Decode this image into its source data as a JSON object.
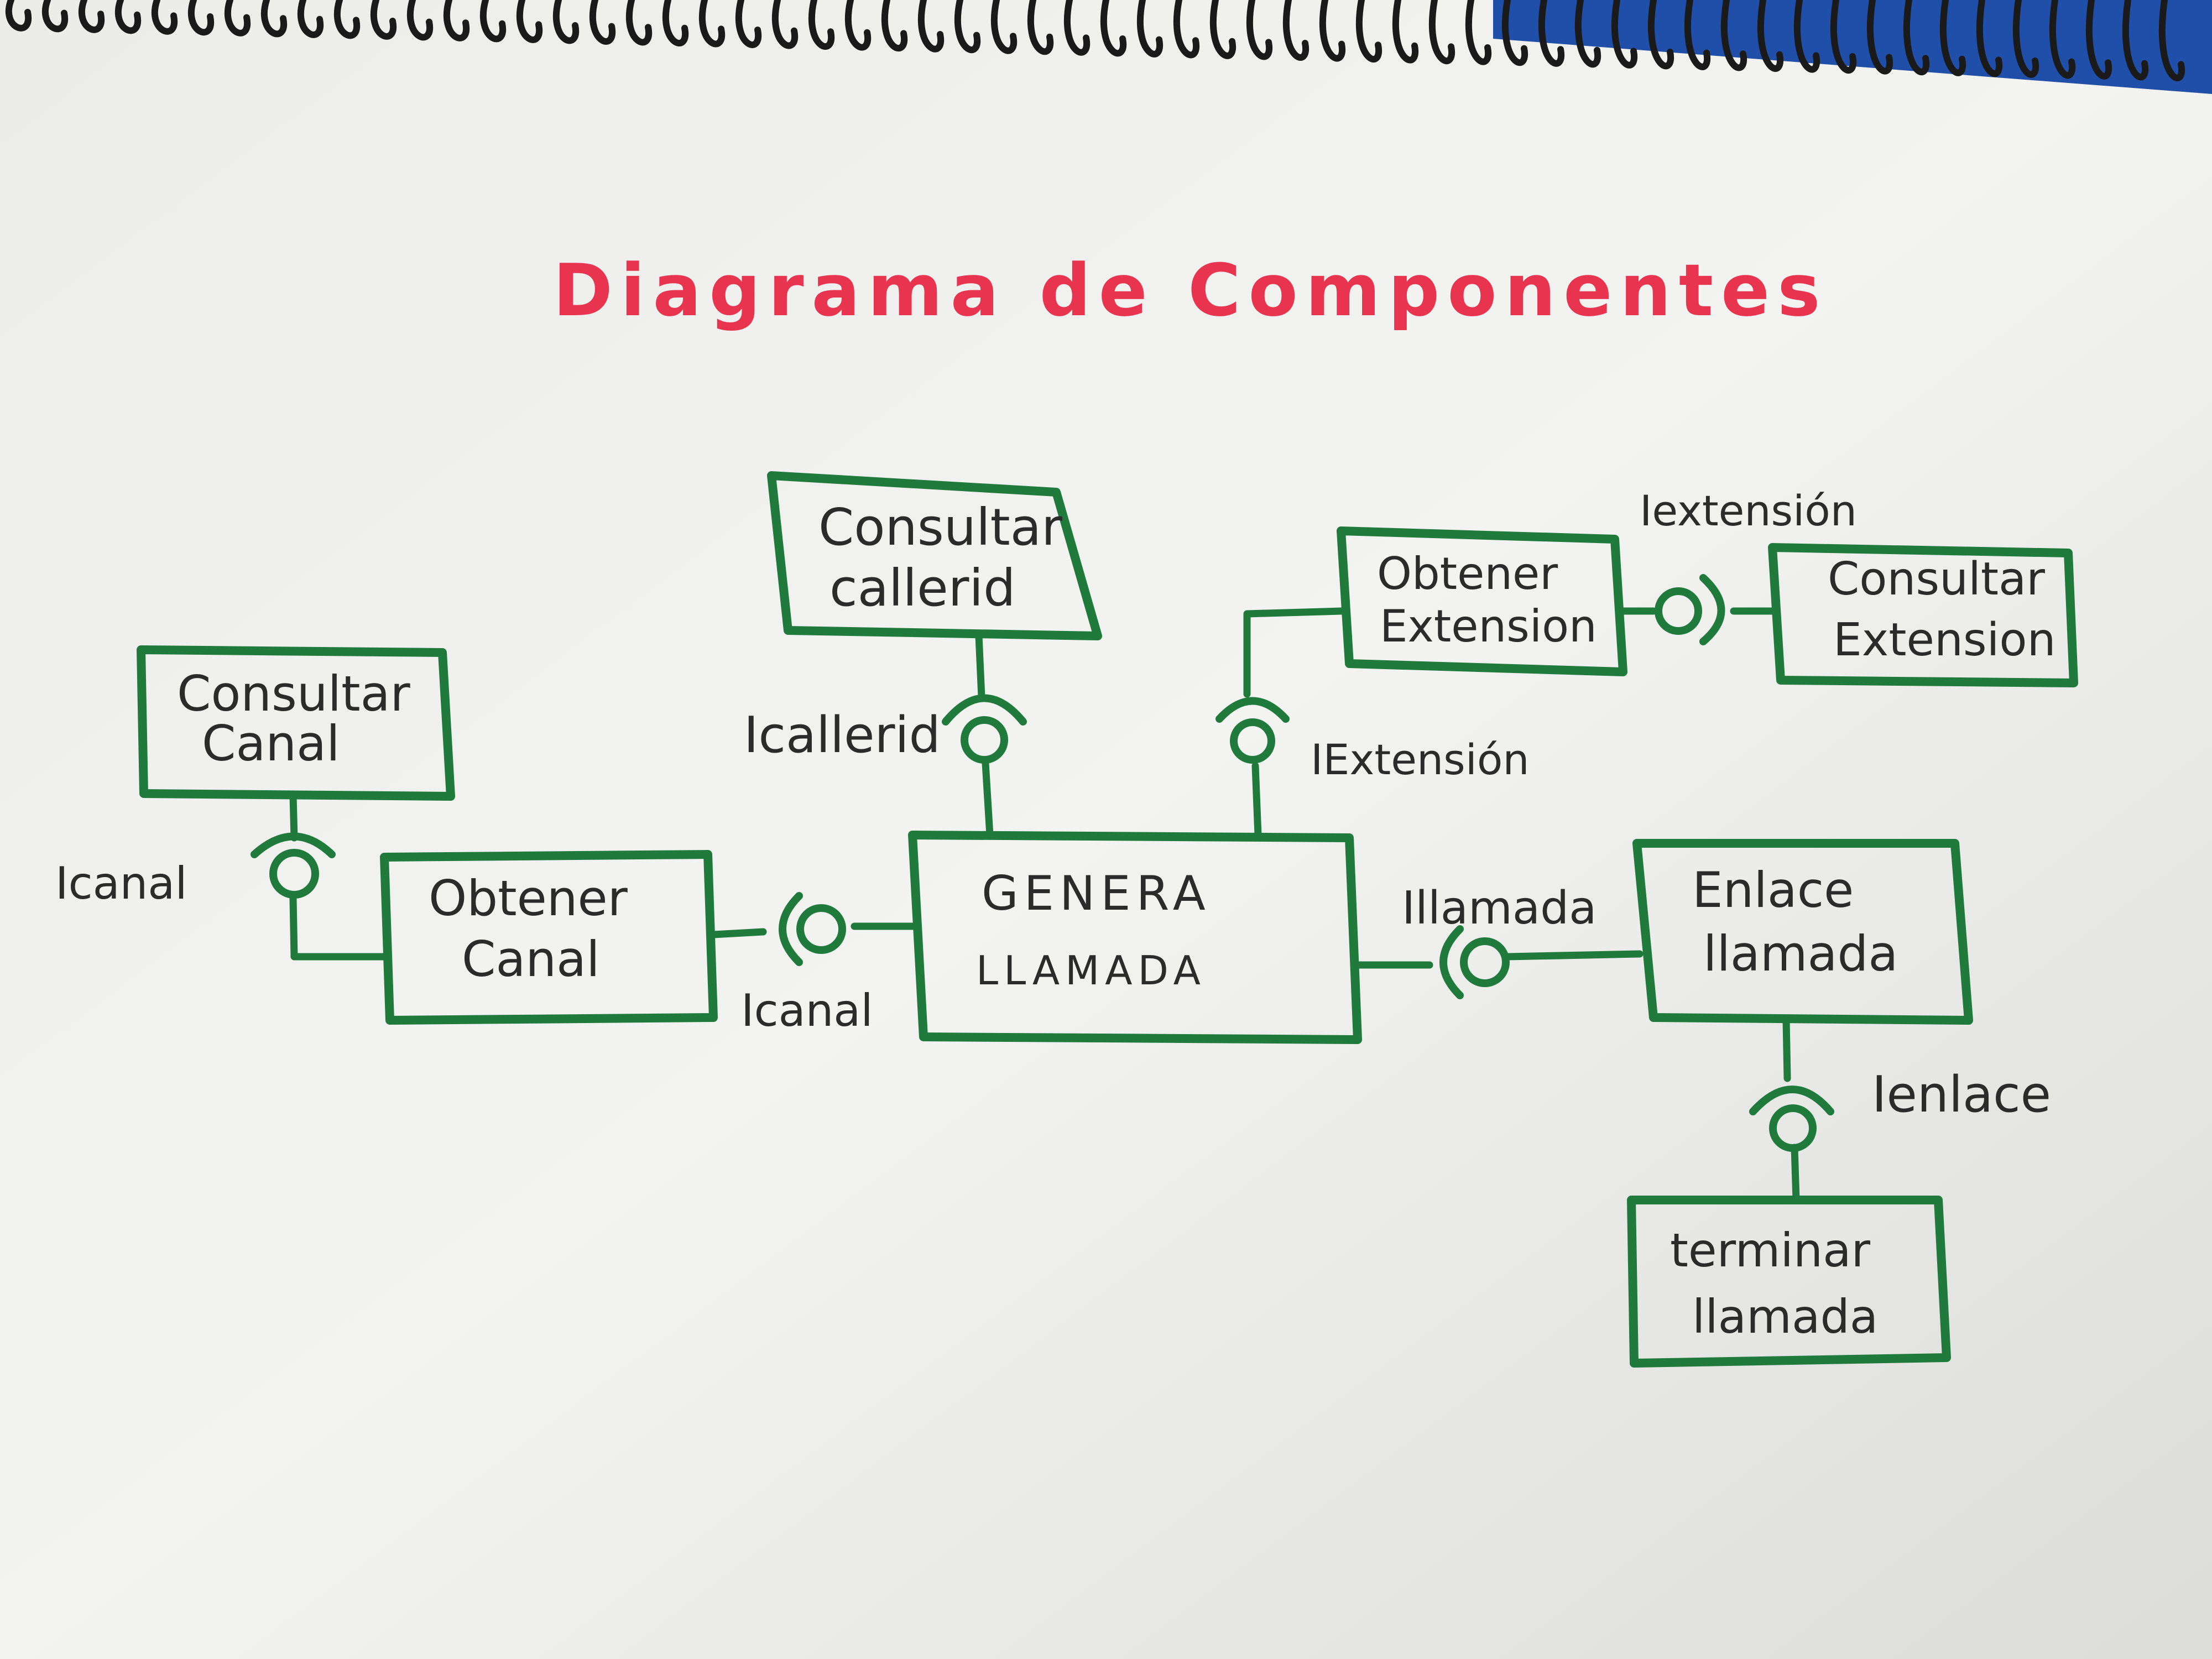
{
  "title": "Diagrama de Componentes",
  "colors": {
    "ink": "#1f7a3c",
    "title": "#e8344f",
    "text": "#2b2b2b",
    "paper": "#f2f2f0",
    "spiral": "#1a1a1a",
    "cover": "#1f4fa8"
  },
  "components": {
    "consultar_callerid": [
      "Consultar",
      "callerid"
    ],
    "obtener_extension": [
      "Obtener",
      "Extension"
    ],
    "consultar_extension": [
      "Consultar",
      "Extension"
    ],
    "consultar_canal": [
      "Consultar",
      "Canal"
    ],
    "obtener_canal": [
      "Obtener",
      "Canal"
    ],
    "genera_llamada": [
      "Genera",
      "llamada"
    ],
    "enlace_llamada": [
      "Enlace",
      "llamada"
    ],
    "terminar_llamada": [
      "terminar",
      "llamada"
    ]
  },
  "interfaces": {
    "icallerid": "Icallerid",
    "iextension_top": "Iextensión",
    "iextension_mid": "IExtensión",
    "icanal_left": "Icanal",
    "icanal_mid": "Icanal",
    "illamada": "Illamada",
    "ienlace": "Ienlace"
  }
}
